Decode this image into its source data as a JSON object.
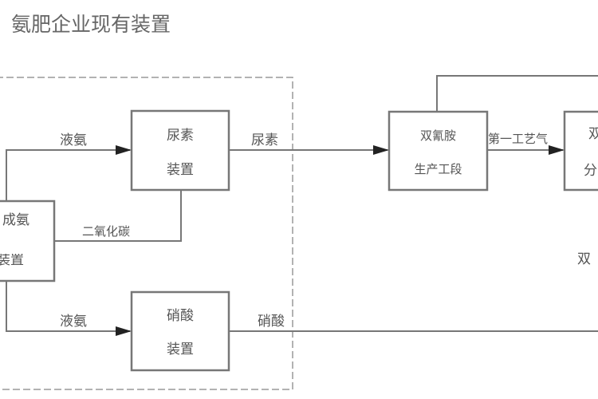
{
  "title": "氨肥企业现有装置",
  "boxes": {
    "ammonia": {
      "line1": "成氨",
      "line2": "装置"
    },
    "urea": {
      "line1": "尿素",
      "line2": "装置"
    },
    "nitric": {
      "line1": "硝酸",
      "line2": "装置"
    },
    "dicyandiamide": {
      "line1": "双氰胺",
      "line2": "生产工段"
    },
    "right": {
      "line1": "双",
      "line2": "分"
    }
  },
  "flows": {
    "liquid_ammonia_top": "液氨",
    "urea": "尿素",
    "co2": "二氧化碳",
    "liquid_ammonia_bottom": "液氨",
    "nitric_acid": "硝酸",
    "process_gas": "第一工艺气",
    "right_partial": "双"
  }
}
